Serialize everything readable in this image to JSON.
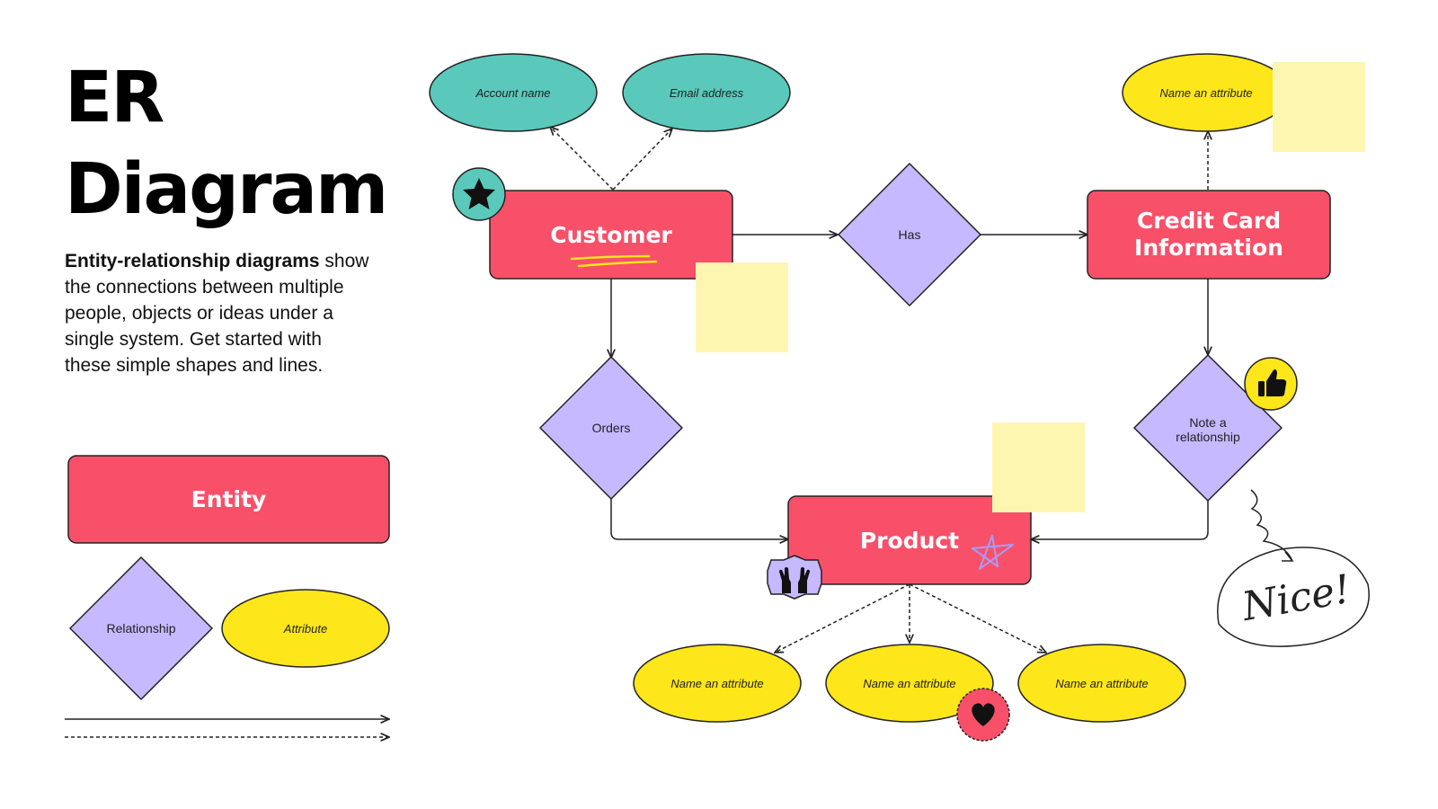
{
  "title": {
    "line1": "ER",
    "line2": "Diagram"
  },
  "description": {
    "bold": "Entity-relationship diagrams",
    "rest": "show the connections between multiple people, objects or ideas under a single system. Get started with these simple shapes and lines."
  },
  "legend": {
    "entity": "Entity",
    "relationship": "Relationship",
    "attribute": "Attribute"
  },
  "entities": {
    "customer": "Customer",
    "credit_card": "Credit Card Information",
    "product": "Product"
  },
  "relationships": {
    "has": "Has",
    "orders": "Orders",
    "note": "Note a relationship"
  },
  "attributes": {
    "account_name": "Account name",
    "email_address": "Email address",
    "cc_attr": "Name an attribute",
    "prod_attr_1": "Name an attribute",
    "prod_attr_2": "Name an attribute",
    "prod_attr_3": "Name an attribute"
  },
  "annotation": "Nice!",
  "colors": {
    "entity": "#F9506A",
    "relationship": "#C6B9FF",
    "attribute_teal": "#5AC8BA",
    "attribute_yellow": "#FDE619",
    "sticky": "#FDF6B0"
  },
  "stickers": [
    "star-icon",
    "thumbs-up-icon",
    "raised-hands-icon",
    "heart-icon"
  ]
}
